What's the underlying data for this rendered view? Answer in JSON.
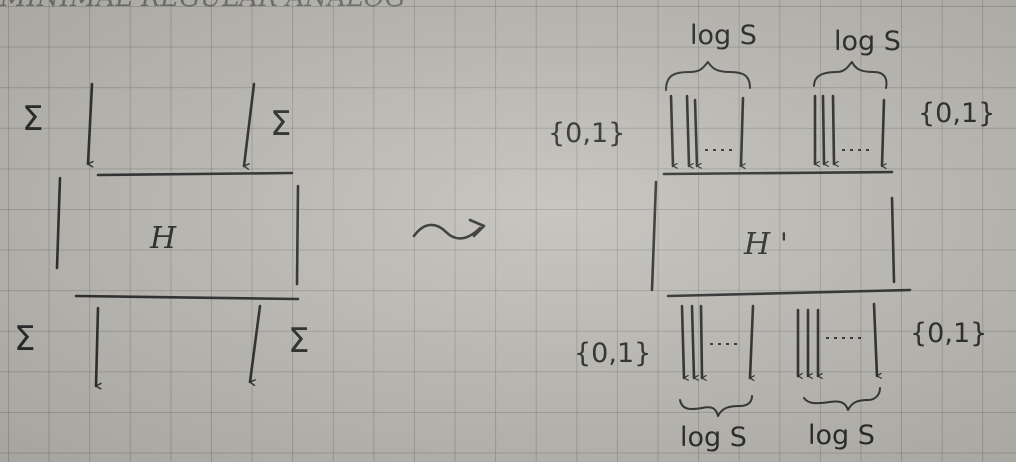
{
  "header_scrawl": "MINIMAL REGULAR ANALOG",
  "left_block": {
    "box_label": "H",
    "input_alphabet_left": "Σ",
    "input_alphabet_right": "Σ",
    "output_alphabet_left": "Σ",
    "output_alphabet_right": "Σ"
  },
  "transform_symbol": "⁓>",
  "right_block": {
    "box_label": "H '",
    "top_bracket_left_label": "log S",
    "top_bracket_right_label": "log S",
    "top_alphabet_left": "{0,1}",
    "top_alphabet_right": "{0,1}",
    "bottom_alphabet_left": "{0,1}",
    "bottom_alphabet_right": "{0,1}",
    "bottom_bracket_left_label": "log S",
    "bottom_bracket_right_label": "log S"
  }
}
